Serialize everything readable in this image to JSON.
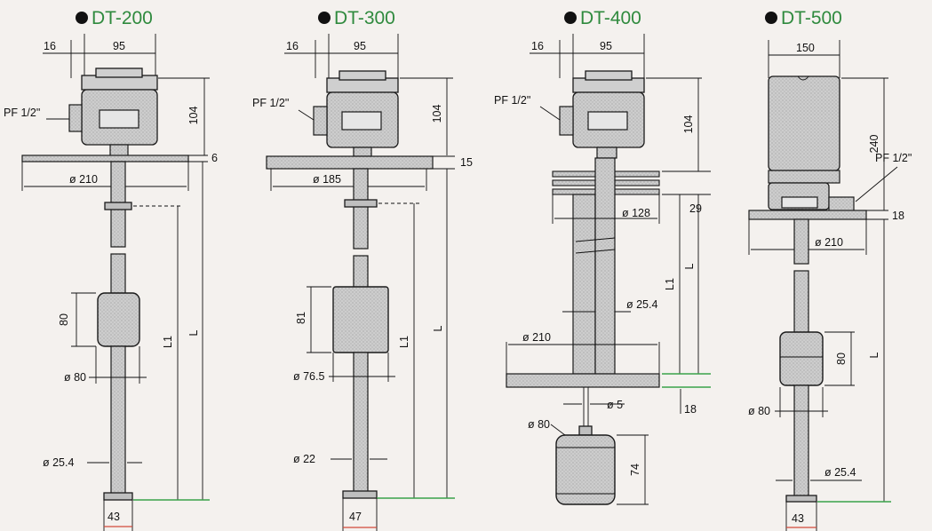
{
  "models": [
    {
      "title": "DT-200",
      "labels": {
        "conn_w": "16",
        "head_w": "95",
        "conduit": "PF 1/2\"",
        "head_h": "104",
        "flange_t": "6",
        "flange_d": "ø 210",
        "float_h": "80",
        "float_d": "ø 80",
        "l1": "L1",
        "l": "L",
        "stem_d": "ø 25.4",
        "tip_w": "43"
      }
    },
    {
      "title": "DT-300",
      "labels": {
        "conn_w": "16",
        "head_w": "95",
        "conduit": "PF 1/2\"",
        "head_h": "104",
        "flange_t": "15",
        "flange_d": "ø 185",
        "float_h": "81",
        "float_d": "ø 76.5",
        "l1": "L1",
        "l": "L",
        "stem_d": "ø 22",
        "tip_w": "47"
      }
    },
    {
      "title": "DT-400",
      "labels": {
        "conn_w": "16",
        "head_w": "95",
        "conduit": "PF 1/2\"",
        "head_h": "104",
        "plates_t": "29",
        "tube_d": "ø 128",
        "l1": "L1",
        "l": "L",
        "rod_d": "ø 25.4",
        "flange_d": "ø 210",
        "wire_d": "ø 5",
        "flange_t": "18",
        "float_d": "ø 80",
        "float_h": "74"
      }
    },
    {
      "title": "DT-500",
      "labels": {
        "head_w": "150",
        "head_h": "240",
        "conduit": "PF 1/2\"",
        "flange_t": "18",
        "flange_d": "ø 210",
        "float_h": "80",
        "l": "L",
        "float_d": "ø 80",
        "stem_d": "ø 25.4",
        "tip_w": "43"
      }
    }
  ]
}
